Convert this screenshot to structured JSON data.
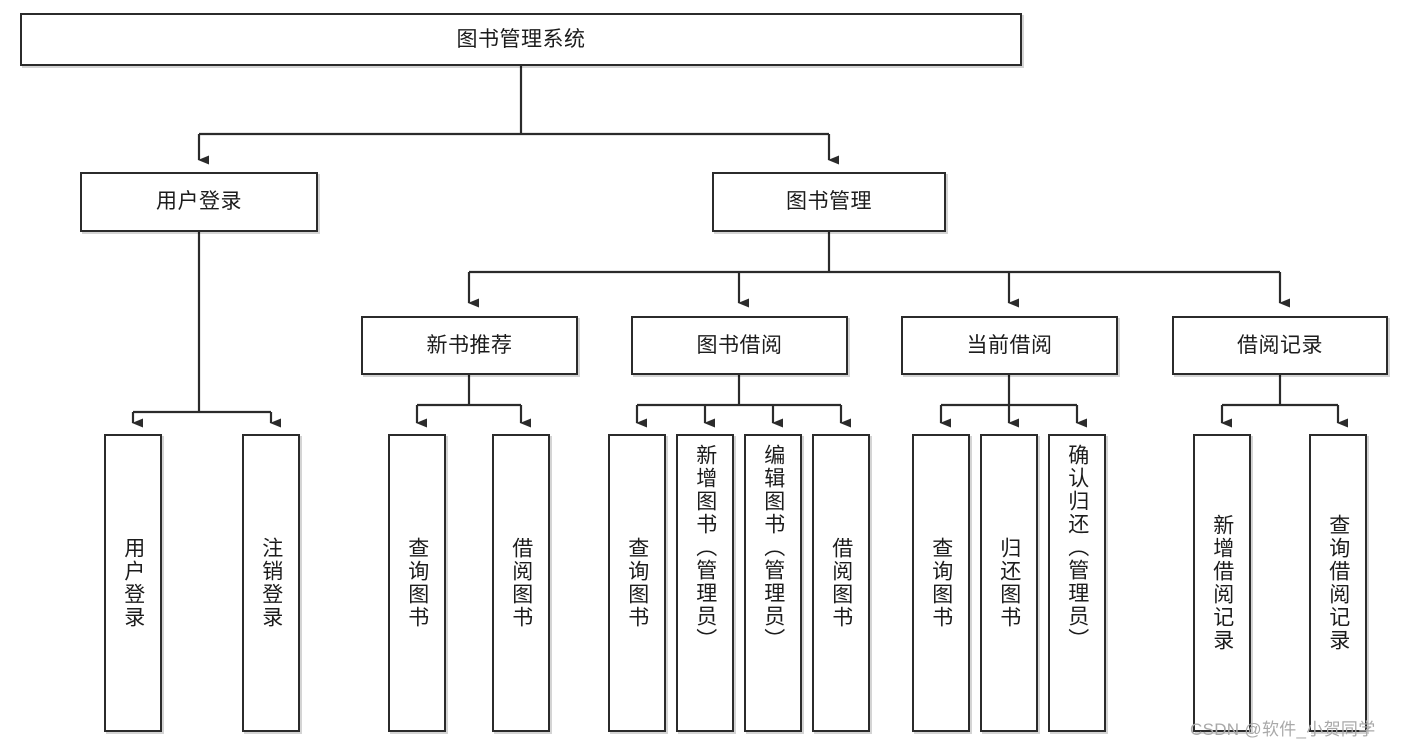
{
  "diagram": {
    "title_node": {
      "label": "图书管理系统"
    },
    "level2": [
      {
        "id": "user-login",
        "label": "用户登录"
      },
      {
        "id": "book-management",
        "label": "图书管理"
      }
    ],
    "level3": [
      {
        "id": "new-book-recommend",
        "label": "新书推荐"
      },
      {
        "id": "book-borrow",
        "label": "图书借阅"
      },
      {
        "id": "current-borrow",
        "label": "当前借阅"
      },
      {
        "id": "borrow-record",
        "label": "借阅记录"
      }
    ],
    "leaves": {
      "user_login": [
        {
          "id": "leaf-user-login",
          "label": "用户登录"
        },
        {
          "id": "leaf-logout-login",
          "label": "注销登录"
        }
      ],
      "new_book_recommend": [
        {
          "id": "leaf-query-book-1",
          "label": "查询图书"
        },
        {
          "id": "leaf-borrow-book-1",
          "label": "借阅图书"
        }
      ],
      "book_borrow": [
        {
          "id": "leaf-query-book-2",
          "label": "查询图书"
        },
        {
          "id": "leaf-add-book",
          "label": "新增图书（管理员）"
        },
        {
          "id": "leaf-edit-book",
          "label": "编辑图书（管理员）"
        },
        {
          "id": "leaf-borrow-book-2",
          "label": "借阅图书"
        }
      ],
      "current_borrow": [
        {
          "id": "leaf-query-book-3",
          "label": "查询图书"
        },
        {
          "id": "leaf-return-book",
          "label": "归还图书"
        },
        {
          "id": "leaf-confirm-return",
          "label": "确认归还（管理员）"
        }
      ],
      "borrow_record": [
        {
          "id": "leaf-add-record",
          "label": "新增借阅记录"
        },
        {
          "id": "leaf-query-record",
          "label": "查询借阅记录"
        }
      ]
    }
  },
  "watermark": {
    "text": "CSDN @软件_小贺同学"
  },
  "colors": {
    "border": "#2b2b2b",
    "background": "#ffffff",
    "text": "#1c1c1c",
    "connector": "#2b2b2b",
    "watermark": "#a9a9a9"
  }
}
